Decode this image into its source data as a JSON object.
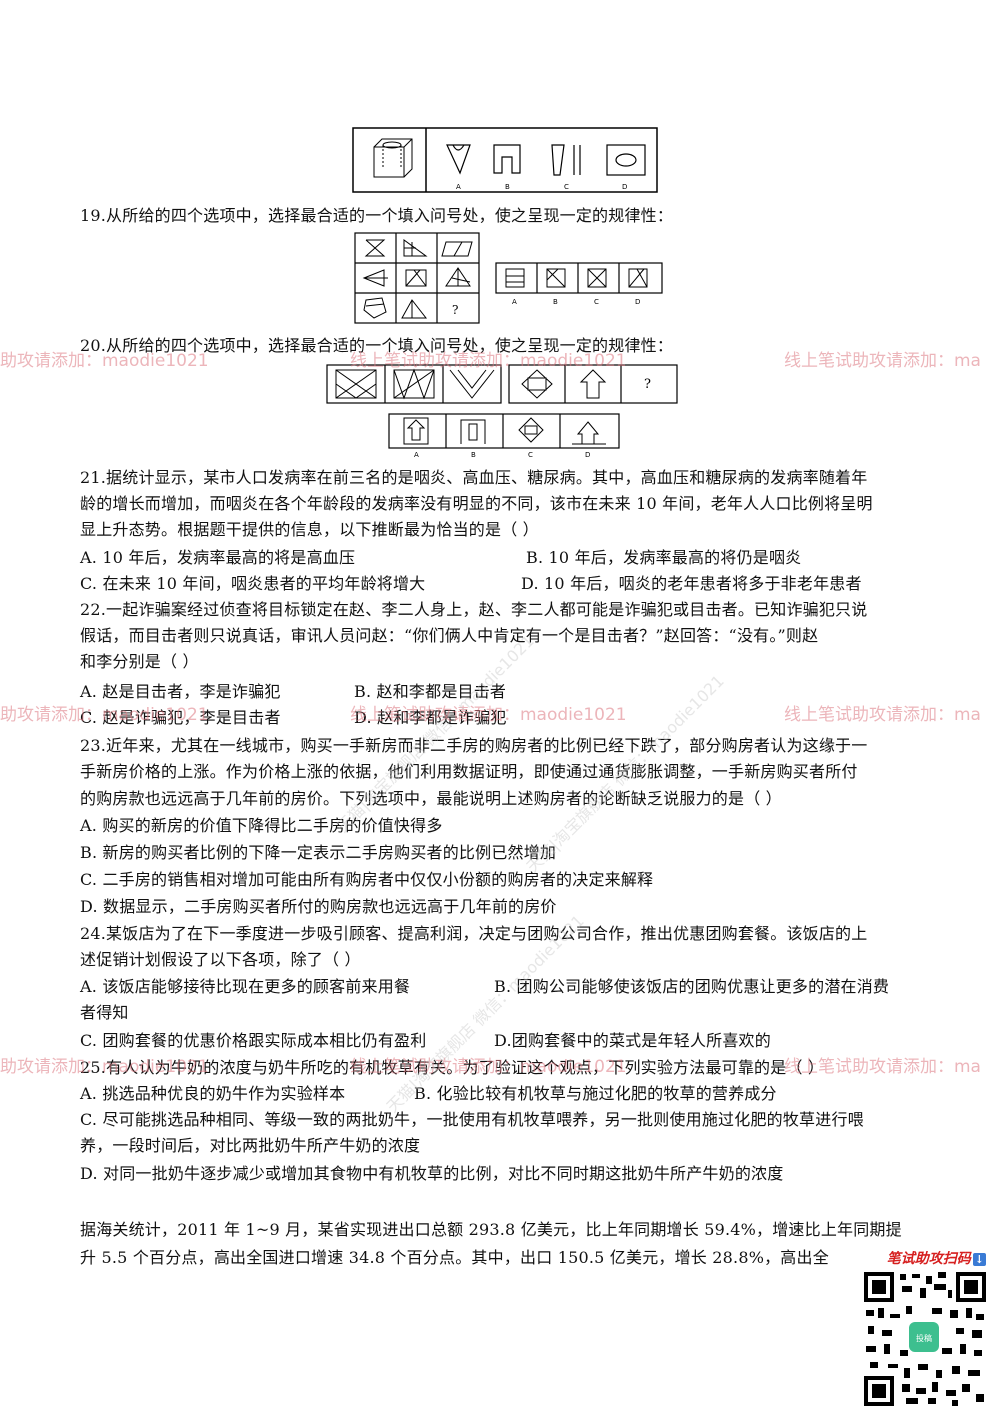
{
  "questions": {
    "q19": {
      "text": "19.从所给的四个选项中，选择最合适的一个填入问号处，使之呈现一定的规律性："
    },
    "q20": {
      "text": "20.从所给的四个选项中，选择最合适的一个填入问号处，使之呈现一定的规律性："
    },
    "q21": {
      "lines": [
        "21.据统计显示，某市人口发病率在前三名的是咽炎、高血压、糖尿病。其中，高血压和糖尿病的发病率随着年",
        "龄的增长而增加，而咽炎在各个年龄段的发病率没有明显的不同，该市在未来 10 年间，老年人人口比例将呈明",
        "显上升态势。根据题干提供的信息，以下推断最为恰当的是（ ）"
      ],
      "options": {
        "A": "A.  10 年后，发病率最高的将是高血压",
        "B": "B.  10 年后，发病率最高的将仍是咽炎",
        "C": "C.  在未来 10 年间，咽炎患者的平均年龄将增大",
        "D": "D.  10 年后，咽炎的老年患者将多于非老年患者"
      }
    },
    "q22": {
      "lines": [
        "22.一起诈骗案经过侦查将目标锁定在赵、李二人身上，赵、李二人都可能是诈骗犯或目击者。已知诈骗犯只说",
        "假话，而目击者则只说真话，审讯人员问赵：“你们俩人中肯定有一个是目击者？”赵回答：“没有。”则赵",
        "和李分别是（ ）"
      ],
      "options": {
        "A": "A.  赵是目击者，李是诈骗犯",
        "B": "B.  赵和李都是目击者",
        "C": "C.  赵是诈骗犯，李是目击者",
        "D": "D.  赵和李都是诈骗犯"
      }
    },
    "q23": {
      "lines": [
        "23.近年来，尤其在一线城市，购买一手新房而非二手房的购房者的比例已经下跌了，部分购房者认为这缘于一",
        "手新房价格的上涨。作为价格上涨的依据，他们利用数据证明，即使通过通货膨胀调整，一手新房购买者所付",
        "的购房款也远远高于几年前的房价。下列选项中，最能说明上述购房者的论断缺乏说服力的是（ ）"
      ],
      "options": {
        "A": "A.  购买的新房的价值下降得比二手房的价值快得多",
        "B": "B.  新房的购买者比例的下降一定表示二手房购买者的比例已然增加",
        "C": "C.  二手房的销售相对增加可能由所有购房者中仅仅小份额的购房者的决定来解释",
        "D": "D.  数据显示，二手房购买者所付的购房款也远远高于几年前的房价"
      }
    },
    "q24": {
      "lines": [
        "24.某饭店为了在下一季度进一步吸引顾客、提高利润，决定与团购公司合作，推出优惠团购套餐。该饭店的上",
        "述促销计划假设了以下各项，除了（ ）"
      ],
      "options": {
        "A": "A.  该饭店能够接待比现在更多的顾客前来用餐",
        "B1": "B.  团购公司能够使该饭店的团购优惠让更多的潜在消费",
        "B2": "者得知",
        "C": "C.  团购套餐的优惠价格跟实际成本相比仍有盈利",
        "D": "D.团购套餐中的菜式是年轻人所喜欢的"
      }
    },
    "q25": {
      "lines": [
        "25.有人认为牛奶的浓度与奶牛所吃的有机牧草有关。为了验证这个观点，下列实验方法最可靠的是（ ）"
      ],
      "options": {
        "A": "A.  挑选品种优良的奶牛作为实验样本",
        "B": "B.  化验比较有机牧草与施过化肥的牧草的营养成分",
        "C1": "C.  尽可能挑选品种相同、等级一致的两批奶牛，一批使用有机牧草喂养，另一批则使用施过化肥的牧草进行喂",
        "C2": "养，一段时间后，对比两批奶牛所产牛奶的浓度",
        "D": "D.  对同一批奶牛逐步减少或增加其食物中有机牧草的比例，对比不同时期这批奶牛所产牛奶的浓度"
      }
    },
    "passage": {
      "lines": [
        "据海关统计，2011 年 1~9 月，某省实现进出口总额 293.8 亿美元，比上年同期增长 59.4%，增速比上年同期提",
        "升 5.5 个百分点，高出全国进口增速 34.8 个百分点。其中，出口 150.5 亿美元，增长 28.8%，高出全"
      ]
    }
  },
  "figure_labels": {
    "q18_opts": [
      "A",
      "B",
      "C",
      "D"
    ],
    "q19_opts": [
      "A",
      "B",
      "C",
      "D"
    ],
    "q20_opts": [
      "A",
      "B",
      "C",
      "D"
    ],
    "question_mark": "?"
  },
  "watermarks": {
    "left": "助攻请添加：maodie1021",
    "middle": "线上笔试助攻请添加：maodie1021",
    "right": "线上笔试助攻请添加：ma",
    "diagonal": "天猫|淘宝旗舰店 微信：maodie1021"
  },
  "qr": {
    "title": "笔试助攻扫码",
    "badge": "↓",
    "center_label": "投稿"
  },
  "colors": {
    "watermark": "#dc7882",
    "qr_title": "#d61f1f"
  }
}
